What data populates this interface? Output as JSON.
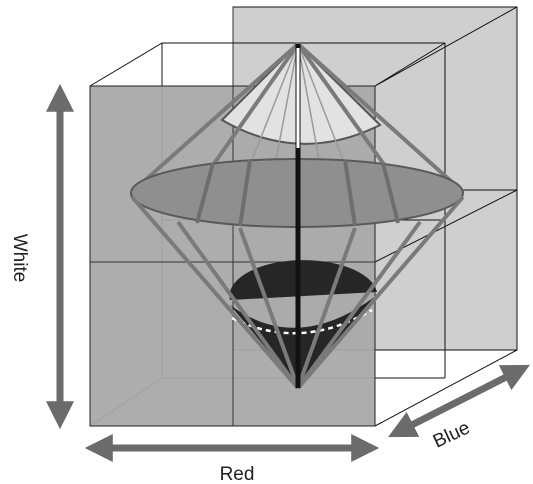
{
  "labels": {
    "white": "White",
    "red": "Red",
    "blue": "Blue"
  },
  "colors": {
    "arrow": "#6b6b6b",
    "back_panel": "#cfcfcf",
    "front_panel": "#a9a9a9",
    "ellipse": "#8f8f8f",
    "top_cone": "#e0e0e0",
    "bottom_cone": "#262626",
    "axis_black": "#111111"
  }
}
